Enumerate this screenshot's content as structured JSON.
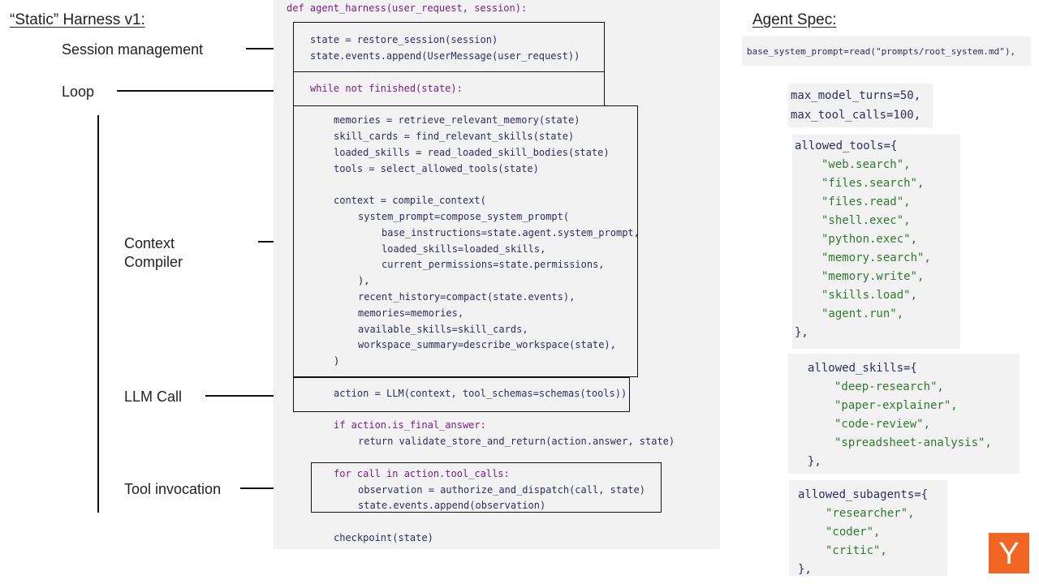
{
  "left": {
    "heading": "“Static” Harness v1:",
    "labels": {
      "session": "Session management",
      "loop": "Loop",
      "context_line1": "Context",
      "context_line2": "Compiler",
      "llm": "LLM Call",
      "tool": "Tool invocation"
    }
  },
  "code": {
    "def_line": "def agent_harness(user_request, session):",
    "l1": "state = restore_session(session)",
    "l2": "state.events.append(UserMessage(user_request))",
    "l3": "while not finished(state):",
    "l4": "memories = retrieve_relevant_memory(state)",
    "l5": "skill_cards = find_relevant_skills(state)",
    "l6": "loaded_skills = read_loaded_skill_bodies(state)",
    "l7": "tools = select_allowed_tools(state)",
    "l8": "context = compile_context(",
    "l9": "system_prompt=compose_system_prompt(",
    "l10": "base_instructions=state.agent.system_prompt,",
    "l11": "loaded_skills=loaded_skills,",
    "l12": "current_permissions=state.permissions,",
    "l13": "),",
    "l14": "recent_history=compact(state.events),",
    "l15": "memories=memories,",
    "l16": "available_skills=skill_cards,",
    "l17": "workspace_summary=describe_workspace(state),",
    "l18": ")",
    "l19": "action = LLM(context, tool_schemas=schemas(tools))",
    "l20": "if action.is_final_answer:",
    "l21": "return validate_store_and_return(action.answer, state)",
    "l22": "for call in action.tool_calls:",
    "l23": "observation = authorize_and_dispatch(call, state)",
    "l24": "state.events.append(observation)",
    "l25": "checkpoint(state)"
  },
  "spec": {
    "heading": "Agent Spec:",
    "prompt_line": "base_system_prompt=read(\"prompts/root_system.md\"),",
    "max_turns": "max_model_turns=50,",
    "max_tools": "max_tool_calls=100,",
    "tools_open": "allowed_tools={",
    "tools": [
      "\"web.search\",",
      "\"files.search\",",
      "\"files.read\",",
      "\"shell.exec\",",
      "\"python.exec\",",
      "\"memory.search\",",
      "\"memory.write\",",
      "\"skills.load\",",
      "\"agent.run\","
    ],
    "tools_close": "},",
    "skills_open": "allowed_skills={",
    "skills": [
      "\"deep-research\",",
      "\"paper-explainer\",",
      "\"code-review\",",
      "\"spreadsheet-analysis\","
    ],
    "skills_close": "},",
    "subagents_open": "allowed_subagents={",
    "subagents": [
      "\"researcher\",",
      "\"coder\",",
      "\"critic\","
    ],
    "subagents_close": "},"
  },
  "logo": {
    "letter": "Y"
  },
  "colors": {
    "keyword": "#7a1d86",
    "identifier": "#2e2e5e",
    "number": "#a04b10",
    "string": "#2f7a2f",
    "logo_bg": "#f26522"
  }
}
